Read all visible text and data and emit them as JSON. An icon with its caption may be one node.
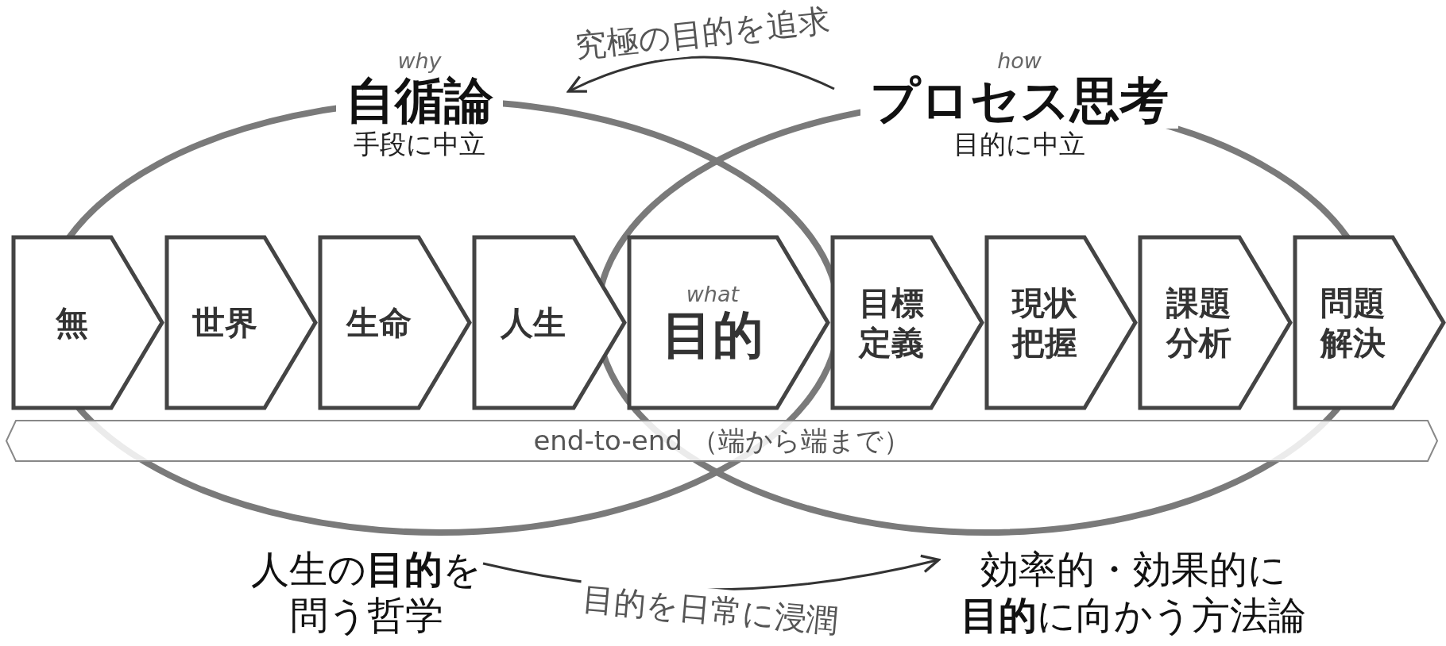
{
  "diagram": {
    "nodes": [
      {
        "text": [
          "why",
          "自循論",
          "手段に中立"
        ]
      },
      {
        "text": [
          "how",
          "プロセス思考",
          "目的に中立"
        ]
      },
      {
        "text": [
          "無"
        ]
      },
      {
        "text": [
          "世界"
        ]
      },
      {
        "text": [
          "生命"
        ]
      },
      {
        "text": [
          "人生"
        ]
      },
      {
        "text": [
          "what",
          "目的"
        ]
      },
      {
        "text": [
          "目標定義"
        ]
      },
      {
        "text": [
          "現状把握"
        ]
      },
      {
        "text": [
          "課題分析"
        ]
      },
      {
        "text": [
          "問題解決"
        ]
      },
      {
        "text": [
          "end-to-end （端から端まで）"
        ]
      },
      {
        "text": [
          "人生の**目的**を問う哲学"
        ]
      },
      {
        "text": [
          "効率的・効果的に**目的**に向かう方法論"
        ]
      }
    ],
    "edges": [
      {
        "from": 1,
        "to": 0,
        "arrow": "to",
        "label": "究極の目的を追求"
      },
      {
        "from": 12,
        "to": 13,
        "arrow": "to",
        "label": "目的を日常に浸潤"
      }
    ]
  }
}
